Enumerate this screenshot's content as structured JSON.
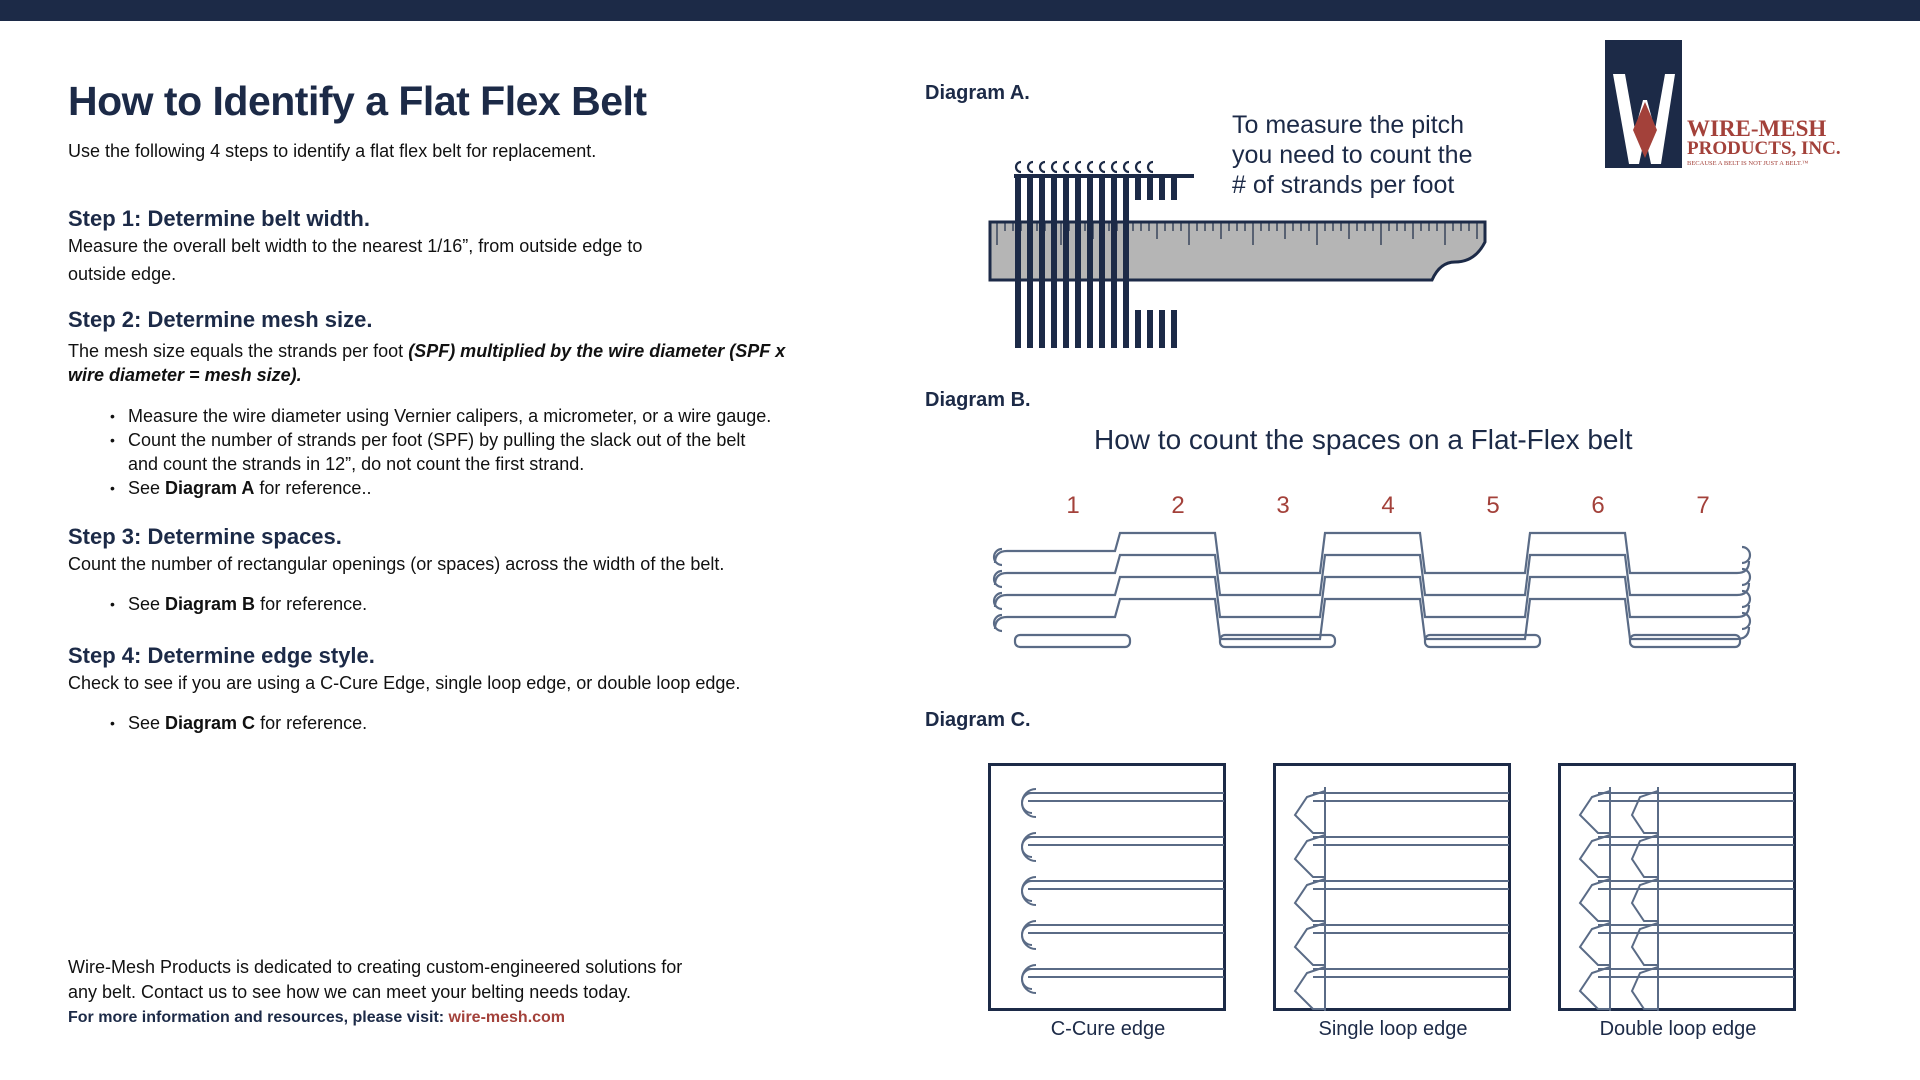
{
  "header": {
    "title": "How to Identify a Flat Flex Belt",
    "intro": "Use the following 4 steps to identify a flat flex belt for replacement."
  },
  "steps": {
    "s1": {
      "title": "Step 1: Determine belt width.",
      "line1": "Measure the overall belt width to the nearest 1/16”, from outside edge to",
      "line2": "outside edge."
    },
    "s2": {
      "title": "Step 2: Determine mesh size.",
      "text_a": "The mesh size equals the strands per foot ",
      "text_b": "(SPF) multiplied by the wire diameter (SPF x",
      "text_c": "wire diameter = mesh size).",
      "b1": "Measure the wire diameter using Vernier calipers, a micrometer, or a wire gauge.",
      "b2a": "Count the number of strands per foot (SPF) by pulling the slack out of the belt",
      "b2b": "and count the strands in 12”, do not count the first strand.",
      "b3_pre": "See ",
      "b3_ref": "Diagram A",
      "b3_post": " for reference.."
    },
    "s3": {
      "title": "Step 3: Determine spaces.",
      "text": "Count the number of rectangular openings (or spaces) across the width of the belt.",
      "b_pre": "See ",
      "b_ref": "Diagram B",
      "b_post": " for reference."
    },
    "s4": {
      "title": "Step 4: Determine edge style.",
      "text": "Check to see if you are using a C-Cure Edge, single loop edge, or double loop edge.",
      "b_pre": "See ",
      "b_ref": "Diagram C",
      "b_post": " for reference."
    }
  },
  "footer": {
    "line1": "Wire-Mesh Products is dedicated to creating custom-engineered solutions for",
    "line2": "any belt. Contact us to see how we can meet your belting needs today.",
    "more": "For more information and resources, please visit: ",
    "link": "wire-mesh.com"
  },
  "logo": {
    "line1": "WIRE-MESH",
    "line2": "PRODUCTS, INC.",
    "tagline": "BECAUSE A BELT IS NOT JUST A BELT.™"
  },
  "diagramA": {
    "label": "Diagram A.",
    "note1": "To measure the pitch",
    "note2": "you need to count the",
    "note3": "# of strands per foot"
  },
  "diagramB": {
    "label": "Diagram B.",
    "title": "How to count the spaces on a Flat-Flex belt",
    "numbers": [
      "1",
      "2",
      "3",
      "4",
      "5",
      "6",
      "7"
    ]
  },
  "diagramC": {
    "label": "Diagram C.",
    "captions": [
      "C-Cure edge",
      "Single loop edge",
      "Double loop edge"
    ]
  },
  "colors": {
    "navy": "#1c2a47",
    "brand_red": "#a3413a",
    "ruler": "#b5b5b5"
  }
}
